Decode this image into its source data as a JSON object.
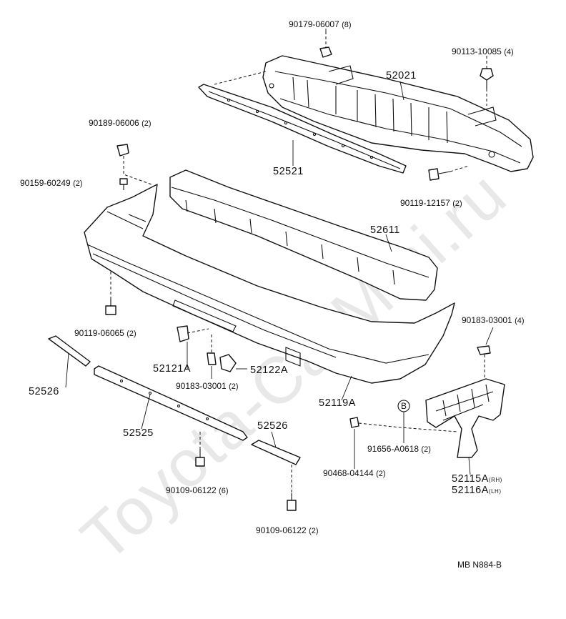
{
  "watermark": "Toyota-CarMini.ru",
  "diagram_code": "MB N884-B",
  "callouts": [
    {
      "part": "90179-06007",
      "qty": "(8)"
    },
    {
      "part": "90113-10085",
      "qty": "(4)"
    },
    {
      "part": "52021",
      "qty": ""
    },
    {
      "part": "90189-06006",
      "qty": "(2)"
    },
    {
      "part": "52521",
      "qty": ""
    },
    {
      "part": "90159-60249",
      "qty": "(2)"
    },
    {
      "part": "90119-12157",
      "qty": "(2)"
    },
    {
      "part": "52611",
      "qty": ""
    },
    {
      "part": "90183-03001",
      "qty": "(4)"
    },
    {
      "part": "90119-06065",
      "qty": "(2)"
    },
    {
      "part": "52121A",
      "qty": ""
    },
    {
      "part": "52122A",
      "qty": ""
    },
    {
      "part": "90183-03001",
      "qty": "(2)"
    },
    {
      "part": "52526",
      "qty": ""
    },
    {
      "part": "52119A",
      "qty": ""
    },
    {
      "part": "52525",
      "qty": ""
    },
    {
      "part": "52526",
      "qty": ""
    },
    {
      "part": "91656-A0618",
      "qty": "(2)"
    },
    {
      "part": "90468-04144",
      "qty": "(2)"
    },
    {
      "part": "52115A",
      "qty": "",
      "suffix": "(RH)"
    },
    {
      "part": "52116A",
      "qty": "",
      "suffix": "(LH)"
    },
    {
      "part": "90109-06122",
      "qty": "(6)"
    },
    {
      "part": "90109-06122",
      "qty": "(2)"
    }
  ],
  "marker_b": "B"
}
